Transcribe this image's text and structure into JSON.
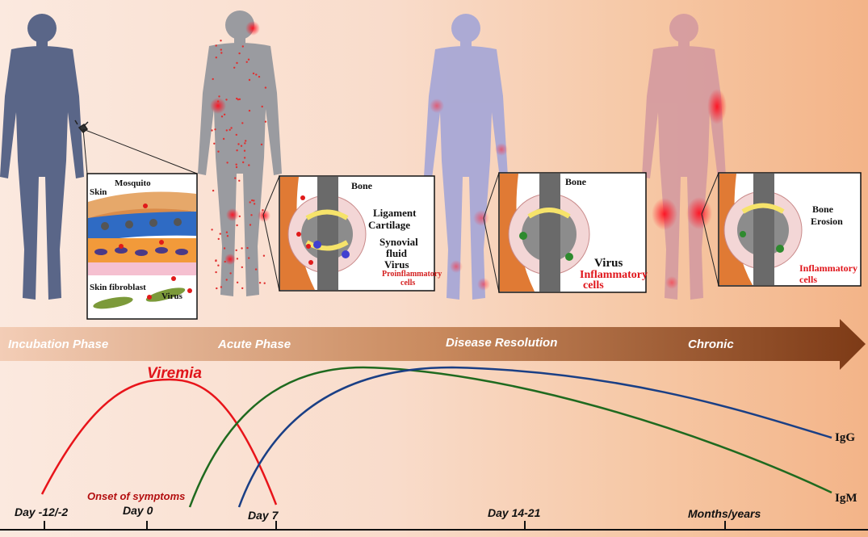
{
  "phases": {
    "incubation": "Incubation Phase",
    "acute": "Acute Phase",
    "resolution": "Disease Resolution",
    "chronic": "Chronic"
  },
  "days": {
    "d1": "Day -12/-2",
    "d2": "Day 0",
    "d3": "Day 7",
    "d4": "Day 14-21",
    "d5": "Months/years"
  },
  "onset": "Onset of  symptoms",
  "curves": {
    "viremia": "Viremia",
    "igg": "IgG",
    "igm": "IgM"
  },
  "inset1": {
    "mosquito": "Mosquito",
    "skin": "Skin",
    "fibroblast": "Skin fibroblast",
    "virus": "Virus"
  },
  "inset2": {
    "bone": "Bone",
    "ligament": "Ligament",
    "cartilage": "Cartilage",
    "synovial1": "Synovial",
    "synovial2": "fluid",
    "virus": "Virus",
    "proinflammatory": "Proinflammatory",
    "cells": "cells"
  },
  "inset3": {
    "bone": "Bone",
    "virus": "Virus",
    "inflammatory": "Inflammatory",
    "cells": "cells"
  },
  "inset4": {
    "bone": "Bone",
    "erosion": "Erosion",
    "inflammatory": "Inflammatory",
    "cells": "cells"
  },
  "colors": {
    "viremia": "#e8141a",
    "igm": "#1f6a1f",
    "igg": "#1a3f85",
    "arrow_start": "#f3cdb6",
    "arrow_end": "#7d3a16"
  }
}
